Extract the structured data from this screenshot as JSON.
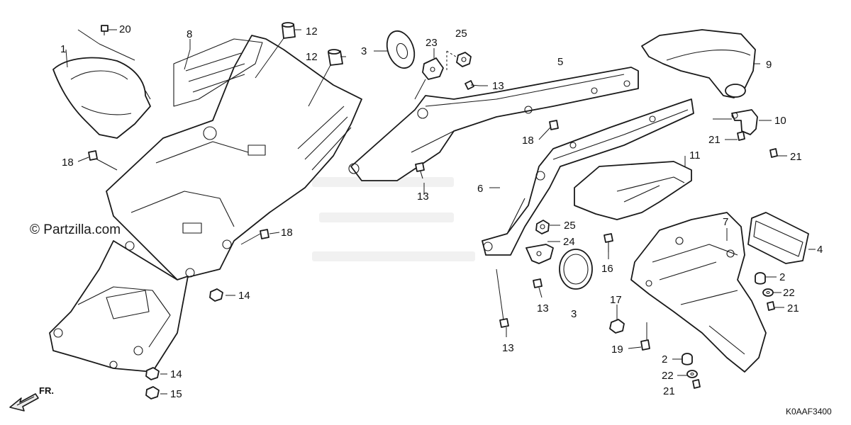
{
  "watermark": "© Partzilla.com",
  "diagram_code": "K0AAF3400",
  "direction_label": "FR.",
  "callouts": {
    "c1": "1",
    "c20": "20",
    "c8": "8",
    "c12a": "12",
    "c12b": "12",
    "c3a": "3",
    "c23": "23",
    "c25a": "25",
    "c13a": "13",
    "c5": "5",
    "c9": "9",
    "c10": "10",
    "c21a": "21",
    "c21b": "21",
    "c18a": "18",
    "c18b": "18",
    "c18c": "18",
    "c6": "6",
    "c13b": "13",
    "c11": "11",
    "c25b": "25",
    "c24": "24",
    "c13c": "13",
    "c3b": "3",
    "c13d": "13",
    "c7": "7",
    "c4": "4",
    "c16": "16",
    "c2a": "2",
    "c22a": "22",
    "c21c": "21",
    "c17": "17",
    "c19": "19",
    "c2b": "2",
    "c22b": "22",
    "c21d": "21",
    "c14a": "14",
    "c14b": "14",
    "c15": "15"
  }
}
